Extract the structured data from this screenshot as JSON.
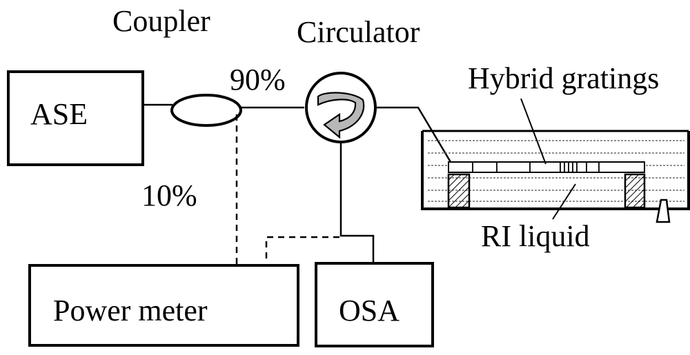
{
  "labels": {
    "ase": "ASE",
    "coupler": "Coupler",
    "ratio_through": "90%",
    "ratio_tap": "10%",
    "circulator": "Circulator",
    "hybrid_gratings": "Hybrid gratings",
    "ri_liquid": "RI liquid",
    "power_meter": "Power meter",
    "osa": "OSA"
  }
}
